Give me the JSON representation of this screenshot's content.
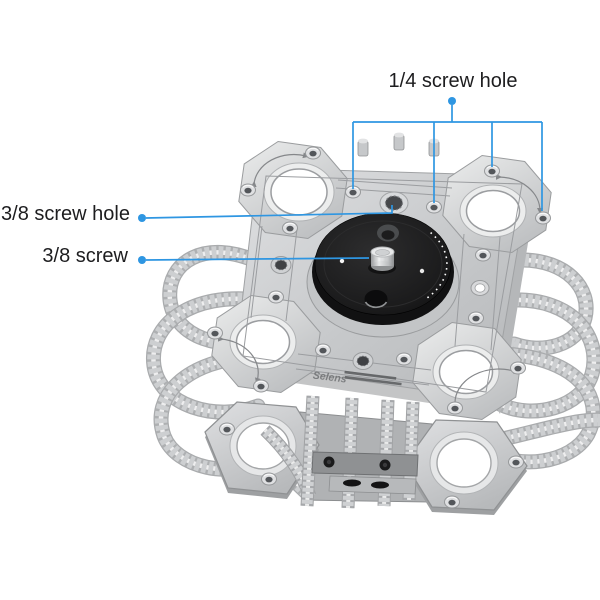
{
  "page": {
    "background": "#ffffff"
  },
  "colors": {
    "background": "#ffffff",
    "accent_blue": "#2e96e2",
    "label_text": "#1d1d1f",
    "metal_light": "#e2e3e5",
    "metal_mid": "#c4c6c8",
    "metal_dark": "#8f9193",
    "disc_black": "#1b1b1b"
  },
  "callouts": [
    {
      "id": "quarter-screw-hole",
      "label": "1/4 screw hole"
    },
    {
      "id": "three-eighths-screw-hole",
      "label": "3/8 screw hole"
    },
    {
      "id": "three-eighths-screw",
      "label": "3/8 screw"
    }
  ],
  "watermark": {
    "brand": "Selens"
  }
}
